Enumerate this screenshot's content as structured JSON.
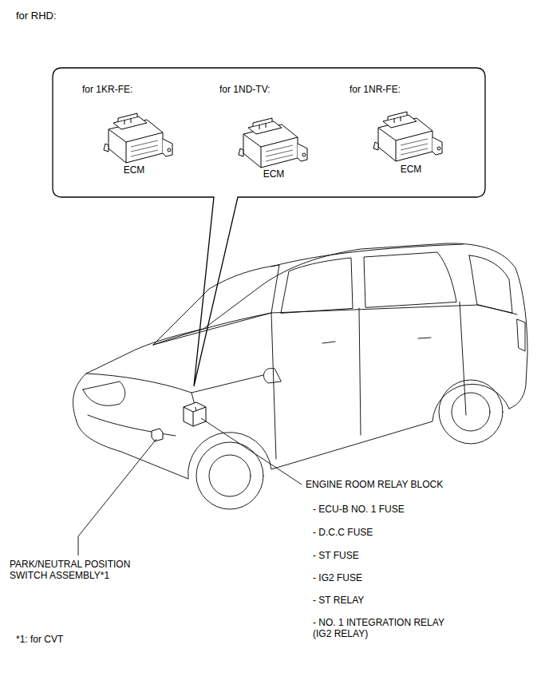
{
  "diagram": {
    "title": "for RHD:",
    "nodes": [
      {
        "text": [
          "for 1KR-FE:",
          "ECM",
          "for 1ND-TV:",
          "ECM",
          "for 1NR-FE:",
          "ECM"
        ]
      }
    ],
    "labels": [
      "ENGINE ROOM RELAY BLOCK",
      "- ECU-B NO. 1 FUSE",
      "- D.C.C FUSE",
      "- ST FUSE",
      "- IG2 FUSE",
      "- ST RELAY",
      "- NO. 1 INTEGRATION RELAY (IG2 RELAY)",
      "PARK/NEUTRAL POSITION SWITCH ASSEMBLY*1",
      "*1: for CVT"
    ]
  }
}
